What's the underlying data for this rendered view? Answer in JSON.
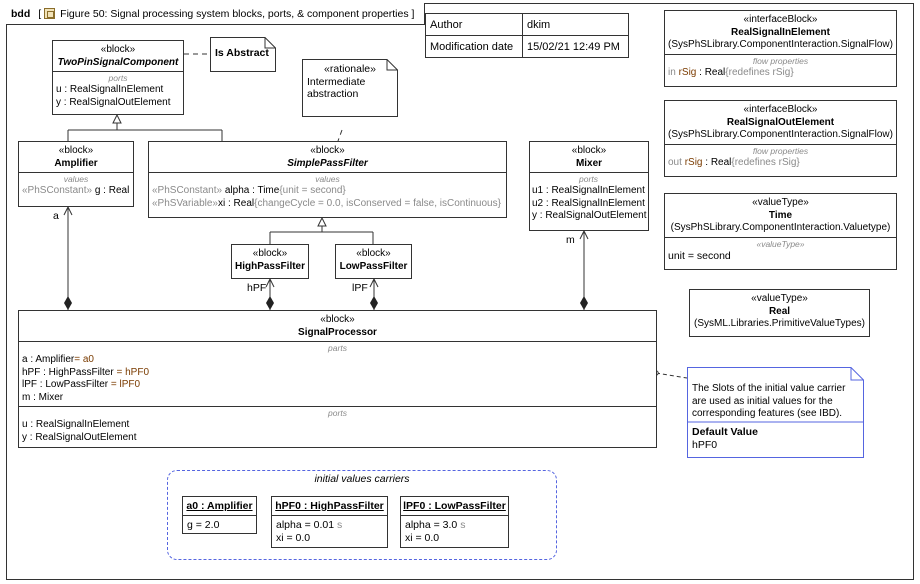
{
  "frame": {
    "kind": "bdd",
    "title": "Figure 50: Signal processing system blocks, ports, & component properties"
  },
  "metadata": {
    "author_label": "Author",
    "author": "dkim",
    "modified_label": "Modification date",
    "modified": "15/02/21 12:49 PM"
  },
  "blocks": {
    "two_pin": {
      "stereotype": "«block»",
      "name": "TwoPinSignalComponent",
      "comp_title": "ports",
      "rows": [
        "u : RealSignalInElement",
        "y : RealSignalOutElement"
      ]
    },
    "amplifier": {
      "stereotype": "«block»",
      "name": "Amplifier",
      "comp_title": "values",
      "row_stereo": "«PhSConstant»",
      "row_text": "g : Real"
    },
    "simple_pass": {
      "stereotype": "«block»",
      "name": "SimplePassFilter",
      "comp_title": "values",
      "row1_stereo": "«PhSConstant»",
      "row1_name": "alpha",
      "row1_type": ": Time",
      "row1_extra": "{unit = second}",
      "row2_stereo": "«PhSVariable»",
      "row2_name": "xi",
      "row2_type": ": Real",
      "row2_extra": "{changeCycle = 0.0, isConserved = false, isContinuous}"
    },
    "mixer": {
      "stereotype": "«block»",
      "name": "Mixer",
      "comp_title": "ports",
      "rows": [
        "u1 : RealSignalInElement",
        "u2 : RealSignalInElement",
        "y : RealSignalOutElement"
      ]
    },
    "high_pass": {
      "stereotype": "«block»",
      "name": "HighPassFilter"
    },
    "low_pass": {
      "stereotype": "«block»",
      "name": "LowPassFilter"
    },
    "signal_processor": {
      "stereotype": "«block»",
      "name": "SignalProcessor",
      "parts_title": "parts",
      "parts": [
        {
          "text": "a : Amplifier",
          "default": "= a0"
        },
        {
          "text": "hPF : HighPassFilter",
          "default": "= hPF0"
        },
        {
          "text": "lPF : LowPassFilter",
          "default": "= lPF0"
        },
        {
          "text": "m : Mixer",
          "default": ""
        }
      ],
      "ports_title": "ports",
      "ports": [
        "u : RealSignalInElement",
        "y : RealSignalOutElement"
      ]
    },
    "real_in": {
      "stereotype": "«interfaceBlock»",
      "name": "RealSignalInElement",
      "qualifier": "(SysPhSLibrary.ComponentInteraction.SignalFlow)",
      "comp_title": "flow properties",
      "dir": "in",
      "prop": "rSig",
      "type": ": Real",
      "extra": "{redefines rSig}"
    },
    "real_out": {
      "stereotype": "«interfaceBlock»",
      "name": "RealSignalOutElement",
      "qualifier": "(SysPhSLibrary.ComponentInteraction.SignalFlow)",
      "comp_title": "flow properties",
      "dir": "out",
      "prop": "rSig",
      "type": ": Real",
      "extra": "{redefines rSig}"
    },
    "time": {
      "stereotype": "«valueType»",
      "name": "Time",
      "qualifier": "(SysPhSLibrary.ComponentInteraction.Valuetype)",
      "comp_title": "«valueType»",
      "row": "unit = second"
    },
    "real": {
      "stereotype": "«valueType»",
      "name": "Real",
      "qualifier": "(SysML.Libraries.PrimitiveValueTypes)"
    }
  },
  "notes": {
    "is_abstract": "Is Abstract",
    "rationale_stereo": "«rationale»",
    "rationale_text": "Intermediate abstraction",
    "slots_text": "The Slots of the initial value carrier are used as initial values for the corresponding features (see IBD).",
    "slots_heading": "Default Value",
    "slots_value": "hPF0"
  },
  "role_labels": {
    "a": "a",
    "hpf": "hPF",
    "lpf": "lPF",
    "m": "m"
  },
  "carriers": {
    "title": "initial values carriers",
    "a0": {
      "title": "a0 : Amplifier",
      "slot1": "g = 2.0"
    },
    "hpf0": {
      "title": "hPF0 : HighPassFilter",
      "slot1": "alpha = 0.01",
      "slot1_unit": "s",
      "slot2": "xi = 0.0"
    },
    "lpf0": {
      "title": "lPF0 : LowPassFilter",
      "slot1": "alpha = 3.0",
      "slot1_unit": "s",
      "slot2": "xi = 0.0"
    }
  }
}
